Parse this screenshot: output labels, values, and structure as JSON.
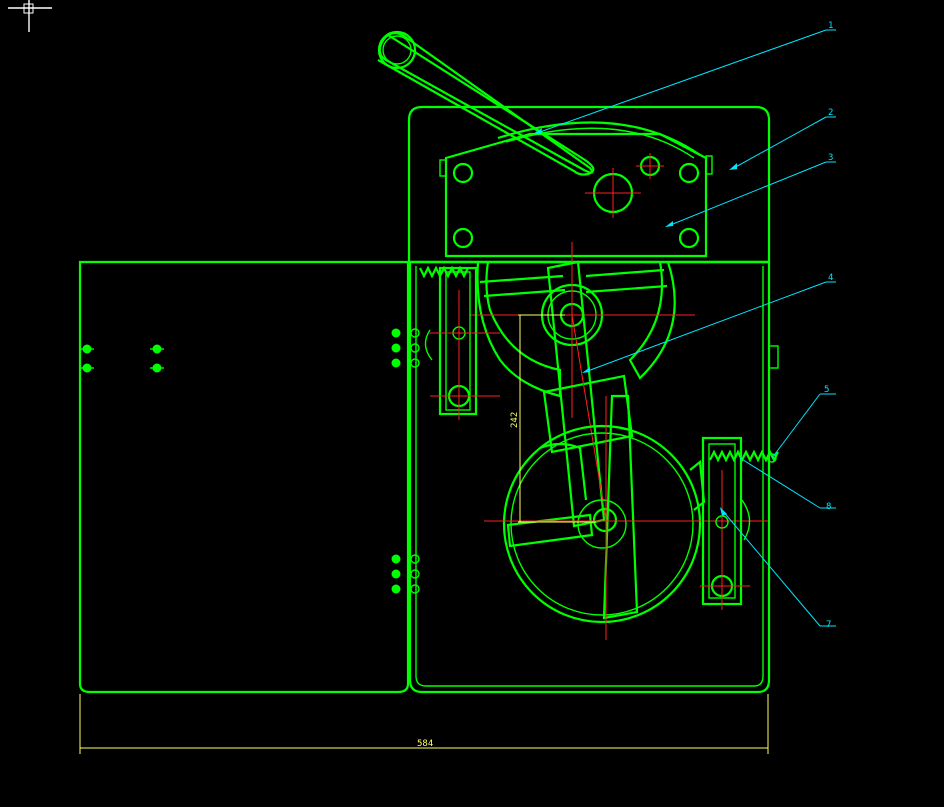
{
  "drawing": {
    "callouts": [
      "1",
      "2",
      "3",
      "4",
      "5",
      "8",
      "7"
    ],
    "dimensions": {
      "width": "584",
      "height": "242"
    }
  },
  "colors": {
    "outline": "#00ff00",
    "leader": "#00e5ff",
    "centerline": "#ff2020",
    "dimension": "#ffff66",
    "background": "#000000"
  }
}
